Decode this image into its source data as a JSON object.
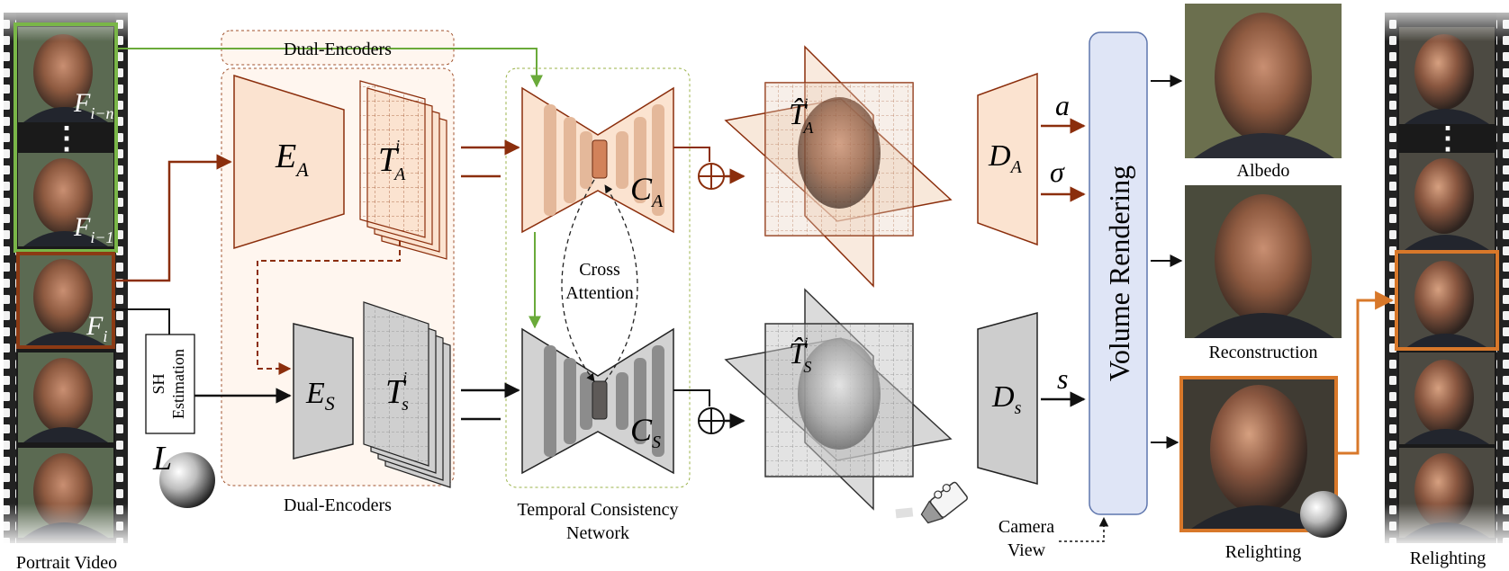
{
  "labels": {
    "portrait_video": "Portrait Video",
    "dual_encoders_top": "Dual-Encoders",
    "dual_encoders_bottom": "Dual-Encoders",
    "temporal_line1": "Temporal Consistency",
    "temporal_line2": "Network",
    "cross_line1": "Cross",
    "cross_line2": "Attention",
    "sh_line1": "SH",
    "sh_line2": "Estimation",
    "volume_rendering": "Volume Rendering",
    "camera_line1": "Camera",
    "camera_line2": "View",
    "albedo": "Albedo",
    "reconstruction": "Reconstruction",
    "relighting_mid": "Relighting",
    "relighting_right": "Relighting",
    "dots": "⋮"
  },
  "math": {
    "F_i_n": {
      "base": "F",
      "sub": "i−n"
    },
    "F_i_1": {
      "base": "F",
      "sub": "i−1"
    },
    "F_i": {
      "base": "F",
      "sub": "i"
    },
    "L": "L",
    "E_A": {
      "base": "E",
      "sub": "A"
    },
    "E_S": {
      "base": "E",
      "sub": "S"
    },
    "T_A": {
      "base": "T",
      "sub": "A",
      "sup": "i"
    },
    "T_s": {
      "base": "T",
      "sub": "s",
      "sup": "i"
    },
    "C_A": {
      "base": "C",
      "sub": "A"
    },
    "C_S": {
      "base": "C",
      "sub": "S"
    },
    "That_A": {
      "base": "T̂",
      "sub": "A",
      "sup": "i"
    },
    "That_S": {
      "base": "T̂",
      "sub": "S",
      "sup": "i"
    },
    "D_A": {
      "base": "D",
      "sub": "A"
    },
    "D_s": {
      "base": "D",
      "sub": "s"
    },
    "a": "a",
    "sigma": "σ",
    "s": "s"
  },
  "colors": {
    "albedo_branch": "#8b2e0c",
    "albedo_fill": "#fbe3d0",
    "shading_fill": "#cfcfcf",
    "temporal_link": "#6aaa3a",
    "green_frame": "#7ab648",
    "relight_orange": "#d8782a",
    "volume_fill": "#dfe5f6",
    "volume_stroke": "#5f76ad"
  }
}
